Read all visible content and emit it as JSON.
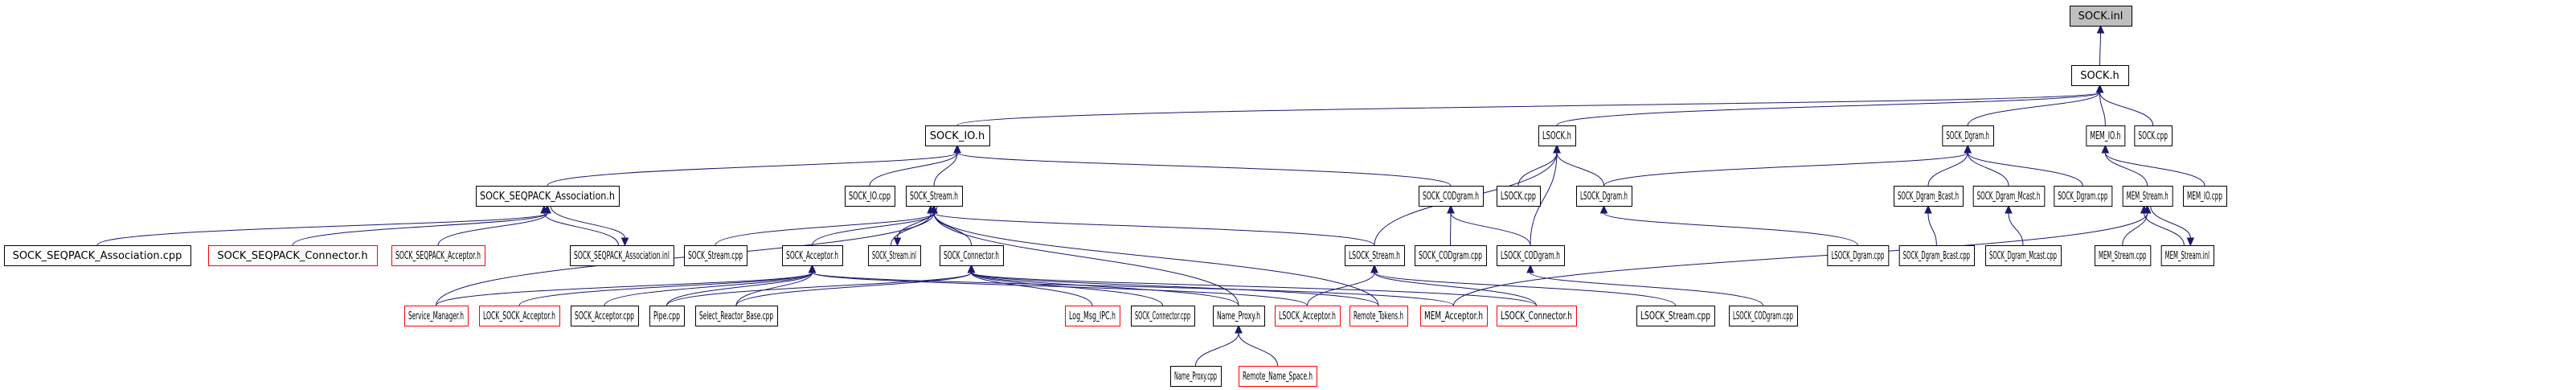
{
  "title": "SOCK.inl include dependency graph",
  "colors": {
    "edge": "#191970",
    "node_border": "#000000",
    "undocumented_border": "#ff0000",
    "root_fill": "#bfbfbf"
  },
  "nodes": [
    {
      "id": "SOCK_inl",
      "label": "SOCK.inl",
      "style": "root"
    },
    {
      "id": "SOCK_h",
      "label": "SOCK.h"
    },
    {
      "id": "SOCK_IO_h",
      "label": "SOCK_IO.h"
    },
    {
      "id": "LSOCK_h",
      "label": "LSOCK.h"
    },
    {
      "id": "SOCK_Dgram_h",
      "label": "SOCK_Dgram.h"
    },
    {
      "id": "MEM_IO_h",
      "label": "MEM_IO.h"
    },
    {
      "id": "SOCK_cpp",
      "label": "SOCK.cpp"
    },
    {
      "id": "SOCK_SEQPACK_Association_h",
      "label": "SOCK_SEQPACK_Association.h"
    },
    {
      "id": "SOCK_IO_cpp",
      "label": "SOCK_IO.cpp"
    },
    {
      "id": "SOCK_Stream_h",
      "label": "SOCK_Stream.h"
    },
    {
      "id": "SOCK_CODgram_h",
      "label": "SOCK_CODgram.h"
    },
    {
      "id": "LSOCK_cpp",
      "label": "LSOCK.cpp"
    },
    {
      "id": "LSOCK_Dgram_h",
      "label": "LSOCK_Dgram.h"
    },
    {
      "id": "SOCK_Dgram_Bcast_h",
      "label": "SOCK_Dgram_Bcast.h"
    },
    {
      "id": "SOCK_Dgram_Mcast_h",
      "label": "SOCK_Dgram_Mcast.h"
    },
    {
      "id": "SOCK_Dgram_cpp",
      "label": "SOCK_Dgram.cpp"
    },
    {
      "id": "MEM_Stream_h",
      "label": "MEM_Stream.h"
    },
    {
      "id": "MEM_IO_cpp",
      "label": "MEM_IO.cpp"
    },
    {
      "id": "SOCK_SEQPACK_Association_cpp",
      "label": "SOCK_SEQPACK_Association.cpp"
    },
    {
      "id": "SOCK_SEQPACK_Connector_h",
      "label": "SOCK_SEQPACK_Connector.h",
      "style": "undoc"
    },
    {
      "id": "SOCK_SEQPACK_Acceptor_h",
      "label": "SOCK_SEQPACK_Acceptor.h",
      "style": "undoc"
    },
    {
      "id": "SOCK_SEQPACK_Association_inl",
      "label": "SOCK_SEQPACK_Association.inl"
    },
    {
      "id": "SOCK_Stream_cpp",
      "label": "SOCK_Stream.cpp"
    },
    {
      "id": "SOCK_Acceptor_h",
      "label": "SOCK_Acceptor.h"
    },
    {
      "id": "SOCK_Stream_inl",
      "label": "SOCK_Stream.inl"
    },
    {
      "id": "SOCK_Connector_h",
      "label": "SOCK_Connector.h"
    },
    {
      "id": "LSOCK_Stream_h",
      "label": "LSOCK_Stream.h"
    },
    {
      "id": "SOCK_CODgram_cpp",
      "label": "SOCK_CODgram.cpp"
    },
    {
      "id": "LSOCK_CODgram_h",
      "label": "LSOCK_CODgram.h"
    },
    {
      "id": "LSOCK_Dgram_cpp",
      "label": "LSOCK_Dgram.cpp"
    },
    {
      "id": "SOCK_Dgram_Bcast_cpp",
      "label": "SOCK_Dgram_Bcast.cpp"
    },
    {
      "id": "SOCK_Dgram_Mcast_cpp",
      "label": "SOCK_Dgram_Mcast.cpp"
    },
    {
      "id": "MEM_Stream_cpp",
      "label": "MEM_Stream.cpp"
    },
    {
      "id": "MEM_Stream_inl",
      "label": "MEM_Stream.inl"
    },
    {
      "id": "Service_Manager_h",
      "label": "Service_Manager.h",
      "style": "undoc"
    },
    {
      "id": "LOCK_SOCK_Acceptor_h",
      "label": "LOCK_SOCK_Acceptor.h",
      "style": "undoc"
    },
    {
      "id": "SOCK_Acceptor_cpp",
      "label": "SOCK_Acceptor.cpp"
    },
    {
      "id": "Pipe_cpp",
      "label": "Pipe.cpp"
    },
    {
      "id": "Select_Reactor_Base_cpp",
      "label": "Select_Reactor_Base.cpp"
    },
    {
      "id": "Log_Msg_IPC_h",
      "label": "Log_Msg_IPC.h",
      "style": "undoc"
    },
    {
      "id": "SOCK_Connector_cpp",
      "label": "SOCK_Connector.cpp"
    },
    {
      "id": "Name_Proxy_h",
      "label": "Name_Proxy.h"
    },
    {
      "id": "LSOCK_Acceptor_h",
      "label": "LSOCK_Acceptor.h",
      "style": "undoc"
    },
    {
      "id": "Remote_Tokens_h",
      "label": "Remote_Tokens.h",
      "style": "undoc"
    },
    {
      "id": "MEM_Acceptor_h",
      "label": "MEM_Acceptor.h",
      "style": "undoc"
    },
    {
      "id": "LSOCK_Connector_h",
      "label": "LSOCK_Connector.h",
      "style": "undoc"
    },
    {
      "id": "LSOCK_Stream_cpp",
      "label": "LSOCK_Stream.cpp"
    },
    {
      "id": "LSOCK_CODgram_cpp",
      "label": "LSOCK_CODgram.cpp"
    },
    {
      "id": "Name_Proxy_cpp",
      "label": "Name_Proxy.cpp"
    },
    {
      "id": "Remote_Name_Space_h",
      "label": "Remote_Name_Space.h",
      "style": "undoc"
    }
  ],
  "edges": [
    [
      "SOCK_h",
      "SOCK_inl"
    ],
    [
      "SOCK_IO_h",
      "SOCK_h"
    ],
    [
      "LSOCK_h",
      "SOCK_h"
    ],
    [
      "SOCK_Dgram_h",
      "SOCK_h"
    ],
    [
      "MEM_IO_h",
      "SOCK_h"
    ],
    [
      "SOCK_cpp",
      "SOCK_h"
    ],
    [
      "SOCK_SEQPACK_Association_h",
      "SOCK_IO_h"
    ],
    [
      "SOCK_IO_cpp",
      "SOCK_IO_h"
    ],
    [
      "SOCK_Stream_h",
      "SOCK_IO_h"
    ],
    [
      "SOCK_CODgram_h",
      "SOCK_IO_h"
    ],
    [
      "LSOCK_cpp",
      "LSOCK_h"
    ],
    [
      "LSOCK_Dgram_h",
      "LSOCK_h"
    ],
    [
      "LSOCK_Stream_h",
      "LSOCK_h"
    ],
    [
      "LSOCK_CODgram_h",
      "LSOCK_h"
    ],
    [
      "LSOCK_Dgram_h",
      "SOCK_Dgram_h"
    ],
    [
      "SOCK_Dgram_Bcast_h",
      "SOCK_Dgram_h"
    ],
    [
      "SOCK_Dgram_Mcast_h",
      "SOCK_Dgram_h"
    ],
    [
      "SOCK_Dgram_cpp",
      "SOCK_Dgram_h"
    ],
    [
      "MEM_Stream_h",
      "MEM_IO_h"
    ],
    [
      "MEM_IO_cpp",
      "MEM_IO_h"
    ],
    [
      "SOCK_SEQPACK_Association_cpp",
      "SOCK_SEQPACK_Association_h"
    ],
    [
      "SOCK_SEQPACK_Connector_h",
      "SOCK_SEQPACK_Association_h"
    ],
    [
      "SOCK_SEQPACK_Acceptor_h",
      "SOCK_SEQPACK_Association_h"
    ],
    [
      "SOCK_SEQPACK_Association_inl",
      "SOCK_SEQPACK_Association_h"
    ],
    [
      "SOCK_SEQPACK_Association_h",
      "SOCK_SEQPACK_Association_inl"
    ],
    [
      "SOCK_Stream_cpp",
      "SOCK_Stream_h"
    ],
    [
      "SOCK_Acceptor_h",
      "SOCK_Stream_h"
    ],
    [
      "SOCK_Stream_inl",
      "SOCK_Stream_h"
    ],
    [
      "SOCK_Stream_h",
      "SOCK_Stream_inl"
    ],
    [
      "SOCK_Connector_h",
      "SOCK_Stream_h"
    ],
    [
      "LSOCK_Stream_h",
      "SOCK_Stream_h"
    ],
    [
      "Service_Manager_h",
      "SOCK_Stream_h"
    ],
    [
      "Name_Proxy_h",
      "SOCK_Stream_h"
    ],
    [
      "Remote_Tokens_h",
      "SOCK_Stream_h"
    ],
    [
      "SOCK_CODgram_cpp",
      "SOCK_CODgram_h"
    ],
    [
      "LSOCK_CODgram_h",
      "SOCK_CODgram_h"
    ],
    [
      "LSOCK_Dgram_cpp",
      "LSOCK_Dgram_h"
    ],
    [
      "SOCK_Dgram_Bcast_cpp",
      "SOCK_Dgram_Bcast_h"
    ],
    [
      "SOCK_Dgram_Mcast_cpp",
      "SOCK_Dgram_Mcast_h"
    ],
    [
      "MEM_Stream_cpp",
      "MEM_Stream_h"
    ],
    [
      "MEM_Stream_inl",
      "MEM_Stream_h"
    ],
    [
      "MEM_Stream_h",
      "MEM_Stream_inl"
    ],
    [
      "MEM_Acceptor_h",
      "MEM_Stream_h"
    ],
    [
      "Service_Manager_h",
      "SOCK_Acceptor_h"
    ],
    [
      "LOCK_SOCK_Acceptor_h",
      "SOCK_Acceptor_h"
    ],
    [
      "SOCK_Acceptor_cpp",
      "SOCK_Acceptor_h"
    ],
    [
      "Pipe_cpp",
      "SOCK_Acceptor_h"
    ],
    [
      "Select_Reactor_Base_cpp",
      "SOCK_Acceptor_h"
    ],
    [
      "LSOCK_Acceptor_h",
      "SOCK_Acceptor_h"
    ],
    [
      "MEM_Acceptor_h",
      "SOCK_Acceptor_h"
    ],
    [
      "Pipe_cpp",
      "SOCK_Connector_h"
    ],
    [
      "Select_Reactor_Base_cpp",
      "SOCK_Connector_h"
    ],
    [
      "Log_Msg_IPC_h",
      "SOCK_Connector_h"
    ],
    [
      "SOCK_Connector_cpp",
      "SOCK_Connector_h"
    ],
    [
      "Name_Proxy_h",
      "SOCK_Connector_h"
    ],
    [
      "Remote_Tokens_h",
      "SOCK_Connector_h"
    ],
    [
      "LSOCK_Connector_h",
      "SOCK_Connector_h"
    ],
    [
      "LSOCK_Acceptor_h",
      "LSOCK_Stream_h"
    ],
    [
      "LSOCK_Connector_h",
      "LSOCK_Stream_h"
    ],
    [
      "LSOCK_Stream_cpp",
      "LSOCK_Stream_h"
    ],
    [
      "LSOCK_CODgram_cpp",
      "LSOCK_CODgram_h"
    ],
    [
      "Name_Proxy_cpp",
      "Name_Proxy_h"
    ],
    [
      "Remote_Name_Space_h",
      "Name_Proxy_h"
    ]
  ]
}
